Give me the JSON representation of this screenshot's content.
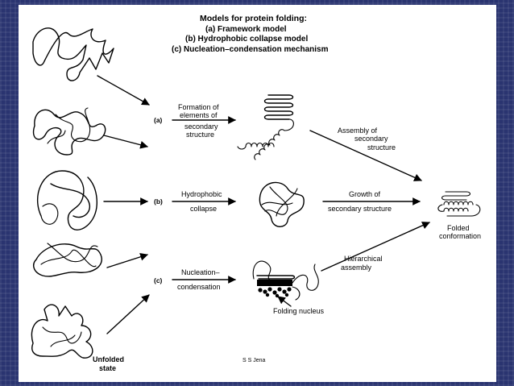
{
  "header": {
    "title": "Models for protein folding:",
    "line_a": "(a) Framework model",
    "line_b": "(b) Hydrophobic collapse model",
    "line_c": "(c) Nucleation–condensation mechanism"
  },
  "paths": {
    "a": {
      "marker": "(a)",
      "step_1": "Formation of",
      "step_2": "elements of",
      "step_3": "secondary",
      "step_4": "structure"
    },
    "b": {
      "marker": "(b)",
      "step_1": "Hydrophobic",
      "step_2": "collapse"
    },
    "c": {
      "marker": "(c)",
      "step_1": "Nucleation–",
      "step_2": "condensation"
    }
  },
  "assembly": {
    "line_1": "Assembly of",
    "line_2": "secondary",
    "line_3": "structure"
  },
  "growth": {
    "line_1": "Growth of",
    "line_2": "secondary structure"
  },
  "hierarchical": {
    "line_1": "Hierarchical",
    "line_2": "assembly"
  },
  "nucleus_label": "Folding nucleus",
  "folded": {
    "line_1": "Folded",
    "line_2": "conformation"
  },
  "unfolded": {
    "line_1": "Unfolded",
    "line_2": "state"
  },
  "credit": "S S Jena"
}
